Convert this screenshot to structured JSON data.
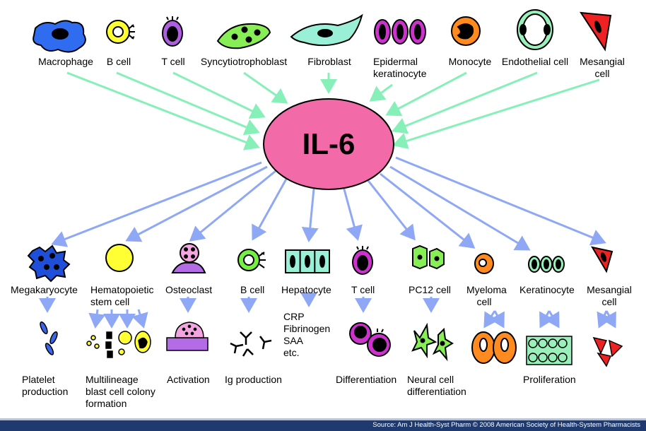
{
  "center": {
    "label": "IL-6",
    "color": "#f26aa8"
  },
  "colors": {
    "arrow_in": "#86f0b8",
    "arrow_out": "#8fa8f5"
  },
  "sources": [
    {
      "label": "Macrophage"
    },
    {
      "label": "B cell"
    },
    {
      "label": "T cell"
    },
    {
      "label": "Syncytiotrophoblast"
    },
    {
      "label": "Fibroblast"
    },
    {
      "label": "Epidermal\nkeratinocyte"
    },
    {
      "label": "Monocyte"
    },
    {
      "label": "Endothelial cell"
    },
    {
      "label": "Mesangial\ncell"
    }
  ],
  "targets": [
    {
      "label": "Megakaryocyte",
      "effect": "Platelet\nproduction"
    },
    {
      "label": "Hematopoietic\nstem cell",
      "effect": "Multilineage\nblast cell colony\nformation"
    },
    {
      "label": "Osteoclast",
      "effect": "Activation"
    },
    {
      "label": "B cell",
      "effect": "Ig production"
    },
    {
      "label": "Hepatocyte",
      "effect": "CRP\nFibrinogen\nSAA\netc."
    },
    {
      "label": "T cell",
      "effect": "Differentiation"
    },
    {
      "label": "PC12 cell",
      "effect": "Neural cell\ndifferentiation"
    },
    {
      "label": "Myeloma\ncell",
      "effect": ""
    },
    {
      "label": "Keratinocyte",
      "effect": "Proliferation"
    },
    {
      "label": "Mesangial\ncell",
      "effect": ""
    }
  ],
  "footer": {
    "source": "Source: Am J Health-Syst Pharm © 2008 American Society of Health-System Pharmacists"
  }
}
